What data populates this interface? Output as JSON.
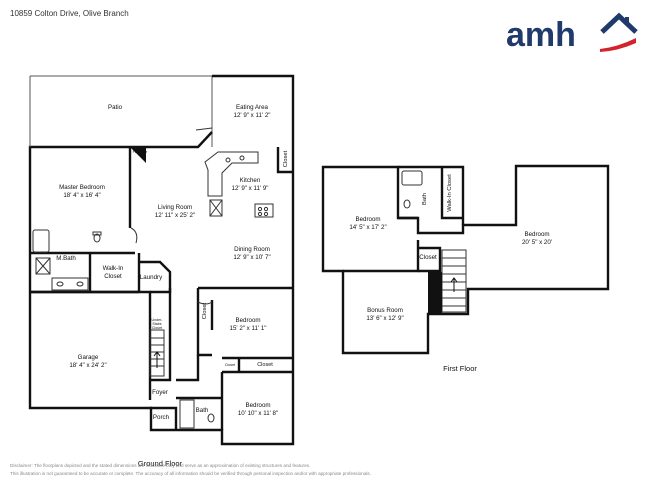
{
  "header": {
    "address": "10859 Colton Drive, Olive Branch"
  },
  "logo": {
    "text": "amh",
    "brand_color": "#1f3a6b",
    "accent_color": "#d4232b"
  },
  "ground_floor": {
    "title": "Ground Floor",
    "rooms": {
      "patio": {
        "name": "Patio"
      },
      "eating_area": {
        "name": "Eating Area",
        "dim": "12' 9\" x 11' 2\""
      },
      "kitchen": {
        "name": "Kitchen",
        "dim": "12' 9\" x 11' 9\""
      },
      "closet_kitchen": {
        "name": "Closet"
      },
      "fireplace": {
        "name": "Fireplace"
      },
      "master_bedroom": {
        "name": "Master Bedroom",
        "dim": "18' 4\" x 16' 4\""
      },
      "living_room": {
        "name": "Living Room",
        "dim": "12' 11\" x 25' 2\""
      },
      "dining_room": {
        "name": "Dining Room",
        "dim": "12' 9\" x 10' 7\""
      },
      "m_bath": {
        "name": "M.Bath"
      },
      "walk_in_closet": {
        "name": "Walk-In Closet"
      },
      "laundry": {
        "name": "Laundry"
      },
      "bedroom_mid": {
        "name": "Bedroom",
        "dim": "15' 2\" x 11' 1\""
      },
      "closet_mid": {
        "name": "Closet"
      },
      "under_stairs_closet": {
        "name": "Under-Stairs Closet"
      },
      "garage": {
        "name": "Garage",
        "dim": "18' 4\" x 24' 2\""
      },
      "foyer": {
        "name": "Foyer"
      },
      "closet_small": {
        "name": "Closet"
      },
      "closet_bedroom": {
        "name": "Closet"
      },
      "porch": {
        "name": "Porch"
      },
      "bath": {
        "name": "Bath"
      },
      "bedroom_front": {
        "name": "Bedroom",
        "dim": "10' 10\" x 11' 8\""
      }
    }
  },
  "first_floor": {
    "title": "First Floor",
    "rooms": {
      "bedroom_left": {
        "name": "Bedroom",
        "dim": "14' 5\" x 17' 2\""
      },
      "bath": {
        "name": "Bath"
      },
      "walk_in_closet": {
        "name": "Walk-In Closet"
      },
      "closet": {
        "name": "Closet"
      },
      "bonus_room": {
        "name": "Bonus Room",
        "dim": "13' 6\" x 12' 9\""
      },
      "bedroom_right": {
        "name": "Bedroom",
        "dim": "20' 5\" x 20'"
      }
    }
  },
  "disclaimer": {
    "line1": "Disclaimer: The floorplans depicted and the stated dimensions are indicative only and serve as an approximation of existing structures and features.",
    "line2": "This illustration is not guaranteed to be accurate or complete. The accuracy of all information should be verified through personal inspection and/or with appropriate professionals."
  }
}
